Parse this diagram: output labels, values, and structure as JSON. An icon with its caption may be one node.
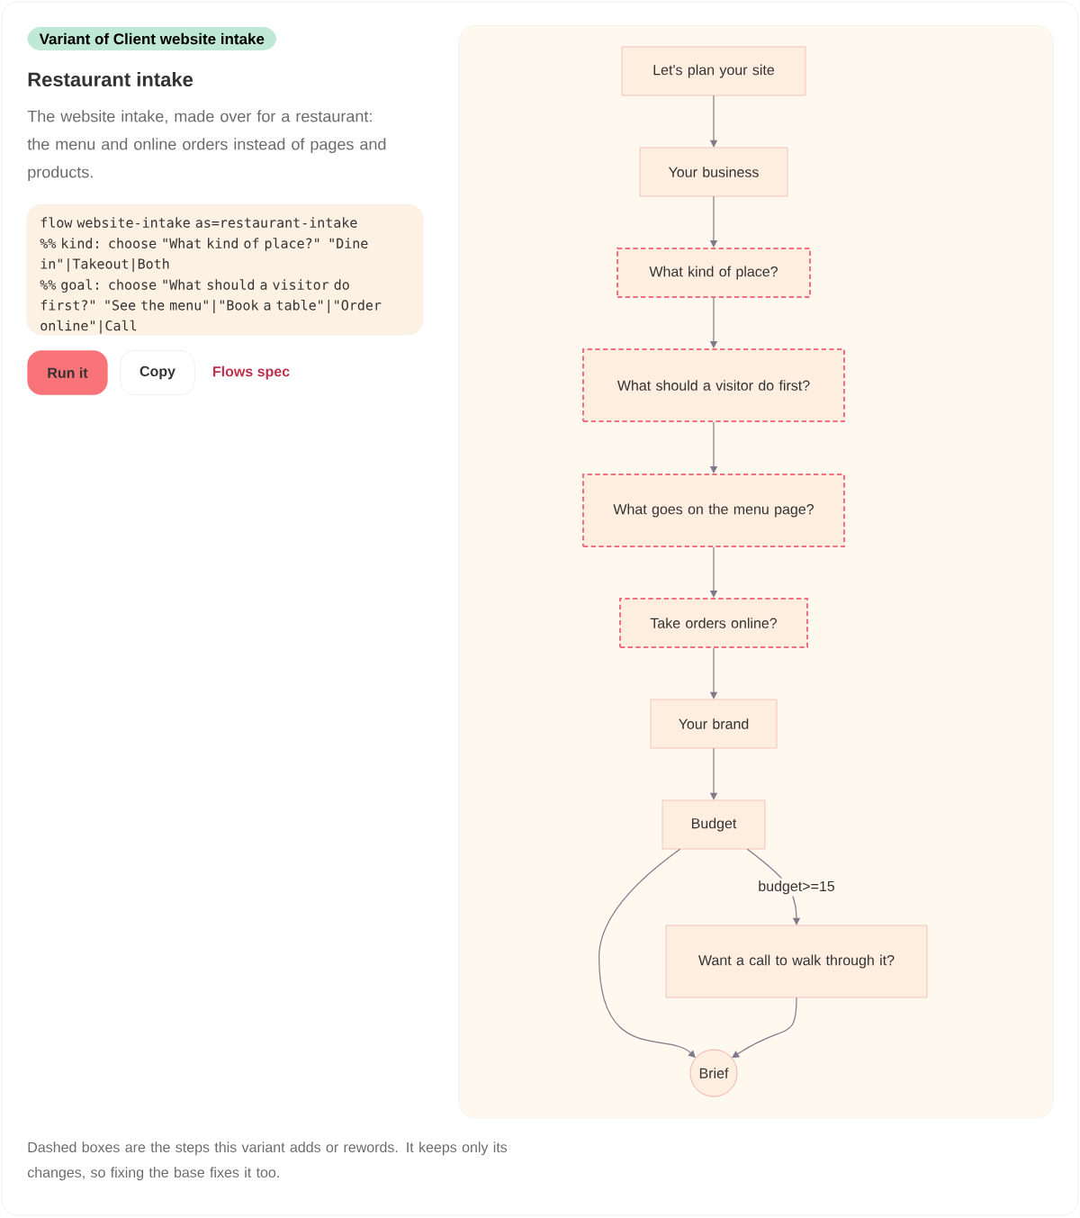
{
  "diagram": {
    "title": "Restaurant intake",
    "caption": "Dashed boxes are the steps this variant adds or rewords. It keeps only its changes, so fixing the base fixes it too.",
    "nodes": [
      {
        "text": [
          "Let's plan your site"
        ]
      },
      {
        "text": [
          "Your business"
        ]
      },
      {
        "text": [
          "What kind of place?"
        ]
      },
      {
        "text": [
          "What should a visitor do first?"
        ]
      },
      {
        "text": [
          "What goes on the menu page?"
        ]
      },
      {
        "text": [
          "Take orders online?"
        ]
      },
      {
        "text": [
          "Your brand"
        ]
      },
      {
        "text": [
          "Budget"
        ]
      },
      {
        "text": [
          "Want a call to walk through it?"
        ]
      },
      {
        "text": [
          "Brief"
        ]
      }
    ],
    "edges": [
      {
        "from": 0,
        "to": 1,
        "arrow": "to"
      },
      {
        "from": 1,
        "to": 2,
        "arrow": "to"
      },
      {
        "from": 2,
        "to": 3,
        "arrow": "to"
      },
      {
        "from": 3,
        "to": 4,
        "arrow": "to"
      },
      {
        "from": 4,
        "to": 5,
        "arrow": "to"
      },
      {
        "from": 5,
        "to": 6,
        "arrow": "to"
      },
      {
        "from": 6,
        "to": 7,
        "arrow": "to"
      },
      {
        "from": 7,
        "to": 8,
        "arrow": "to",
        "label": "budget>=15"
      },
      {
        "from": 7,
        "to": 9,
        "arrow": "to"
      },
      {
        "from": 8,
        "to": 9,
        "arrow": "to"
      }
    ],
    "labels": [
      "Variant of Client website intake",
      "The website intake, made over for a restaurant: the menu and online orders instead of pages and products.",
      "flow website-intake as=restaurant-intake",
      "%% kind: choose \"What kind of place?\" \"Dine in\"|Takeout|Both",
      "%% goal: choose \"What should a visitor do first?\" \"See the menu\"|\"Book a table\"|\"Order online\"|Call",
      "Run it",
      "Copy",
      "Flows spec"
    ]
  }
}
